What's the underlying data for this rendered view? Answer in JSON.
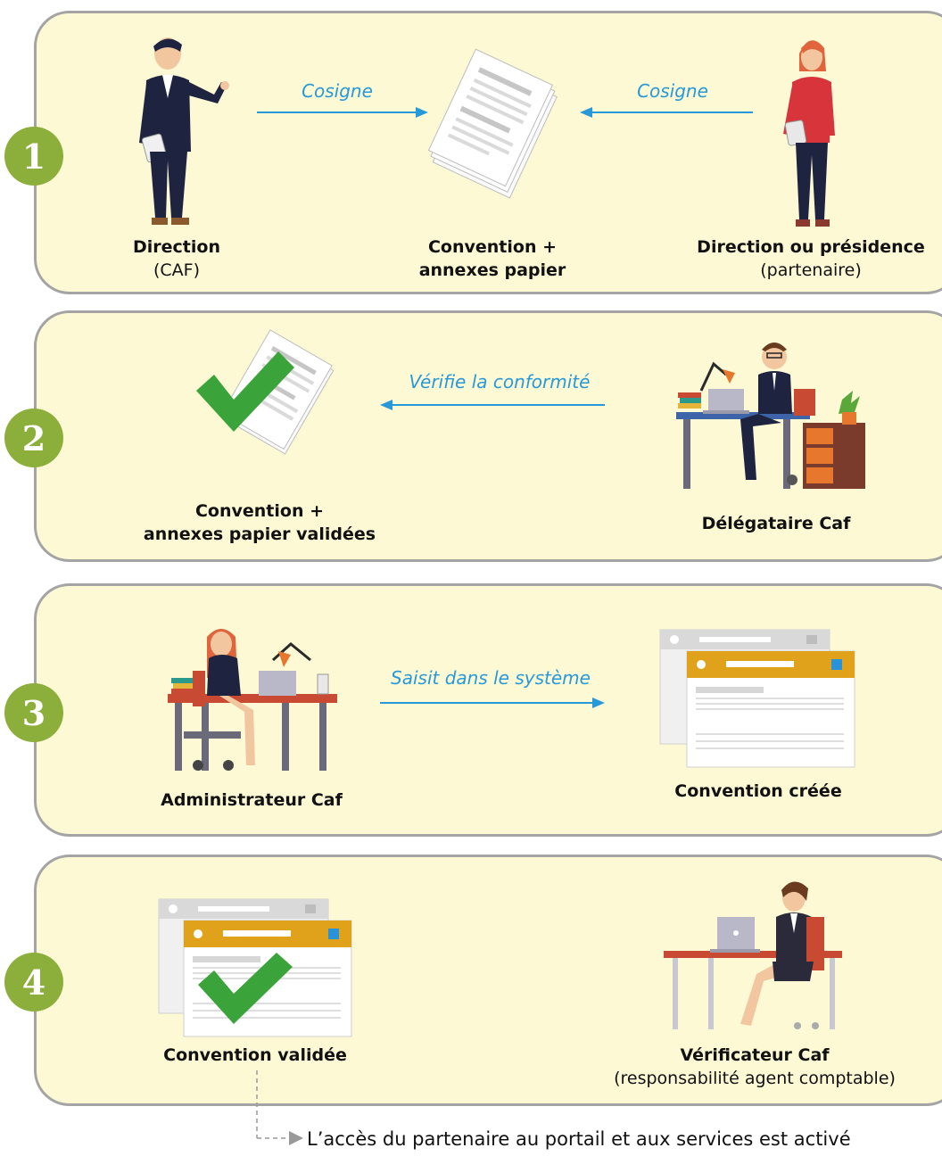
{
  "steps": [
    {
      "number": "1",
      "arrow_left_label": "Cosigne",
      "arrow_right_label": "Cosigne",
      "left": {
        "bold": "Direction",
        "normal": "(CAF)"
      },
      "center": {
        "bold_line1": "Convention +",
        "bold_line2": "annexes papier"
      },
      "right": {
        "bold": "Direction ou présidence",
        "normal": "(partenaire)"
      }
    },
    {
      "number": "2",
      "arrow_label": "Vérifie la conformité",
      "left": {
        "bold_line1": "Convention +",
        "bold_line2": "annexes papier validées"
      },
      "right": {
        "bold": "Délégataire Caf"
      }
    },
    {
      "number": "3",
      "arrow_label": "Saisit dans le système",
      "left": {
        "bold": "Administrateur Caf"
      },
      "right": {
        "bold": "Convention créée"
      }
    },
    {
      "number": "4",
      "left": {
        "bold": "Convention validée"
      },
      "right": {
        "bold": "Vérificateur Caf",
        "normal": "(responsabilité agent comptable)"
      }
    }
  ],
  "footer": {
    "text": "L’accès du partenaire au portail et aux services est activé"
  },
  "colors": {
    "panel_bg": "#fdf9d5",
    "panel_border": "#a4a4a4",
    "step_circle": "#8cae3a",
    "arrow": "#2899d8",
    "check": "#3aa33a",
    "window_bar": "#e1a21b"
  }
}
